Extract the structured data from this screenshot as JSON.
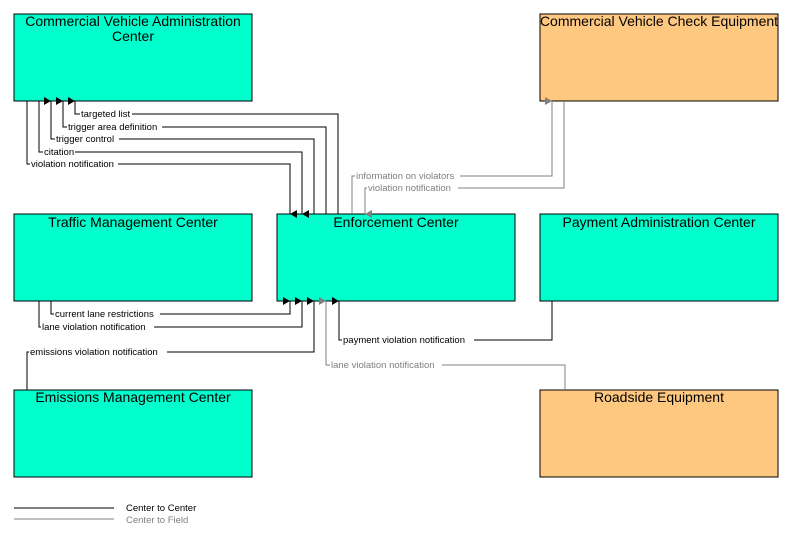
{
  "colors": {
    "center_fill": "#00FFCC",
    "field_fill": "#FFC880",
    "center_to_center_line": "#000000",
    "center_to_field_line": "#808080"
  },
  "boxes": {
    "cvac": {
      "line1": "Commercial Vehicle Administration",
      "line2": "Center"
    },
    "cvce": "Commercial Vehicle Check Equipment",
    "tmc": "Traffic Management Center",
    "ec": "Enforcement Center",
    "pac": "Payment Administration Center",
    "emc": "Emissions Management Center",
    "rse": "Roadside Equipment"
  },
  "flows": {
    "targeted_list": "targeted list",
    "trigger_area_definition": "trigger area definition",
    "trigger_control": "trigger control",
    "citation": "citation",
    "violation_notification_cvac": "violation notification",
    "information_on_violators": "information on violators",
    "violation_notification_cvce": "violation notification",
    "current_lane_restrictions": "current lane restrictions",
    "lane_violation_notification_tmc": "lane violation notification",
    "payment_violation_notification": "payment violation notification",
    "emissions_violation_notification": "emissions violation notification",
    "lane_violation_notification_rse": "lane violation notification"
  },
  "legend": {
    "center_to_center": "Center to Center",
    "center_to_field": "Center to Field"
  }
}
